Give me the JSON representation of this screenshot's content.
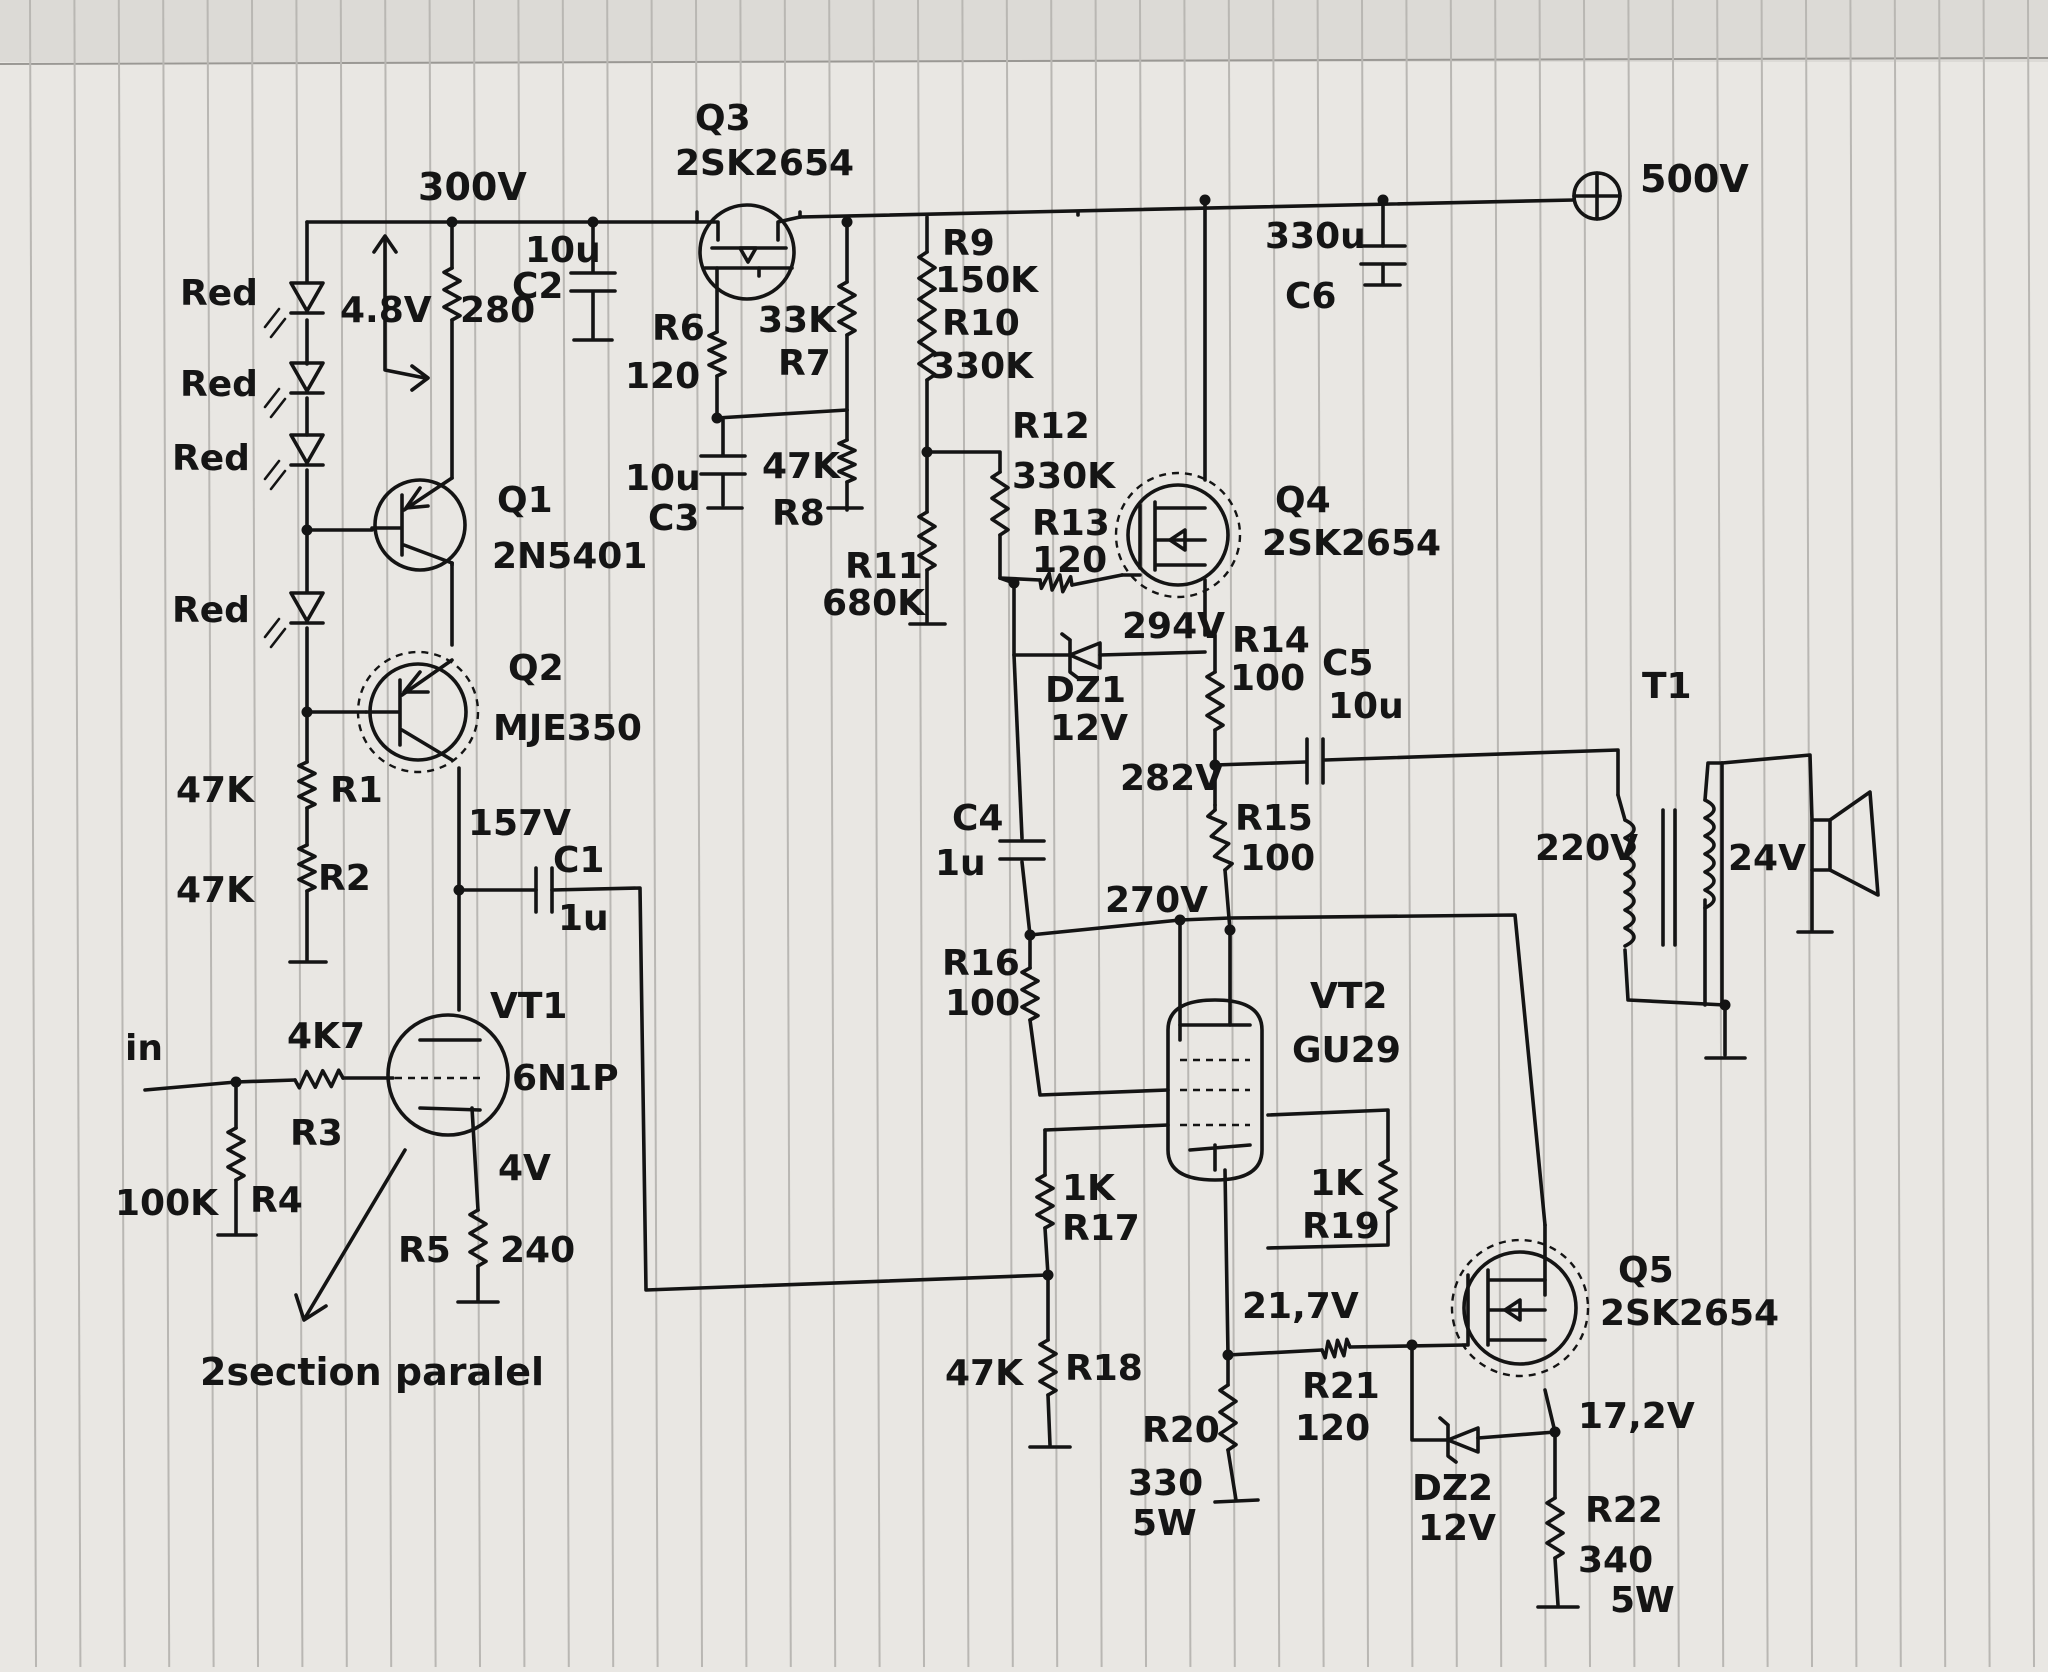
{
  "supply": {
    "b_plus": "500V",
    "node_300": "300V",
    "ref_drop": "4.8V"
  },
  "leds": {
    "label": "Red"
  },
  "input": {
    "label": "in"
  },
  "note": {
    "text": "2section paralel"
  },
  "parts": {
    "Q1": {
      "ref": "Q1",
      "type": "2N5401"
    },
    "Q2": {
      "ref": "Q2",
      "type": "MJE350"
    },
    "Q3": {
      "ref": "Q3",
      "type": "2SK2654"
    },
    "Q4": {
      "ref": "Q4",
      "type": "2SK2654"
    },
    "Q5": {
      "ref": "Q5",
      "type": "2SK2654"
    },
    "VT1": {
      "ref": "VT1",
      "type": "6N1P"
    },
    "VT2": {
      "ref": "VT2",
      "type": "GU29"
    },
    "T1": {
      "ref": "T1",
      "primary": "220V",
      "secondary": "24V"
    },
    "C1": {
      "ref": "C1",
      "value": "1u"
    },
    "C2": {
      "ref": "C2",
      "value": "10u"
    },
    "C3": {
      "ref": "C3",
      "value": "10u"
    },
    "C4": {
      "ref": "C4",
      "value": "1u"
    },
    "C5": {
      "ref": "C5",
      "value": "10u"
    },
    "C6": {
      "ref": "C6",
      "value": "330u"
    },
    "R1": {
      "ref": "R1",
      "value": "47K"
    },
    "R2": {
      "ref": "R2",
      "value": "47K"
    },
    "R_280": {
      "value": "280"
    },
    "R3": {
      "ref": "R3",
      "value": "4K7"
    },
    "R4": {
      "ref": "R4",
      "value": "100K"
    },
    "R5": {
      "ref": "R5",
      "value": "240"
    },
    "R6": {
      "ref": "R6",
      "value": "120"
    },
    "R7": {
      "ref": "R7",
      "value": "33K"
    },
    "R8": {
      "ref": "R8",
      "value": "47K"
    },
    "R9": {
      "ref": "R9",
      "value": "150K"
    },
    "R10": {
      "ref": "R10",
      "value": "330K"
    },
    "R11": {
      "ref": "R11",
      "value": "680K"
    },
    "R12": {
      "ref": "R12",
      "value": "330K"
    },
    "R13": {
      "ref": "R13",
      "value": "120"
    },
    "R14": {
      "ref": "R14",
      "value": "100"
    },
    "R15": {
      "ref": "R15",
      "value": "100"
    },
    "R16": {
      "ref": "R16",
      "value": "100"
    },
    "R17": {
      "ref": "R17",
      "value": "1K"
    },
    "R18": {
      "ref": "R18",
      "value": "47K"
    },
    "R19": {
      "ref": "R19",
      "value": "1K"
    },
    "R20": {
      "ref": "R20",
      "value": "330",
      "power": "5W"
    },
    "R21": {
      "ref": "R21",
      "value": "120"
    },
    "R22": {
      "ref": "R22",
      "value": "340",
      "power": "5W"
    },
    "DZ1": {
      "ref": "DZ1",
      "value": "12V"
    },
    "DZ2": {
      "ref": "DZ2",
      "value": "12V"
    }
  },
  "voltages": {
    "vt1_anode": "157V",
    "vt1_cathode": "4V",
    "q4_source": "294V",
    "r14_r15": "282V",
    "vt2_anode": "270V",
    "vt2_cathode": "21,7V",
    "q5_source": "17,2V"
  },
  "colors": {
    "paper": "#e9e7e3",
    "ink": "#141414",
    "rule": "#b9b7b3"
  }
}
